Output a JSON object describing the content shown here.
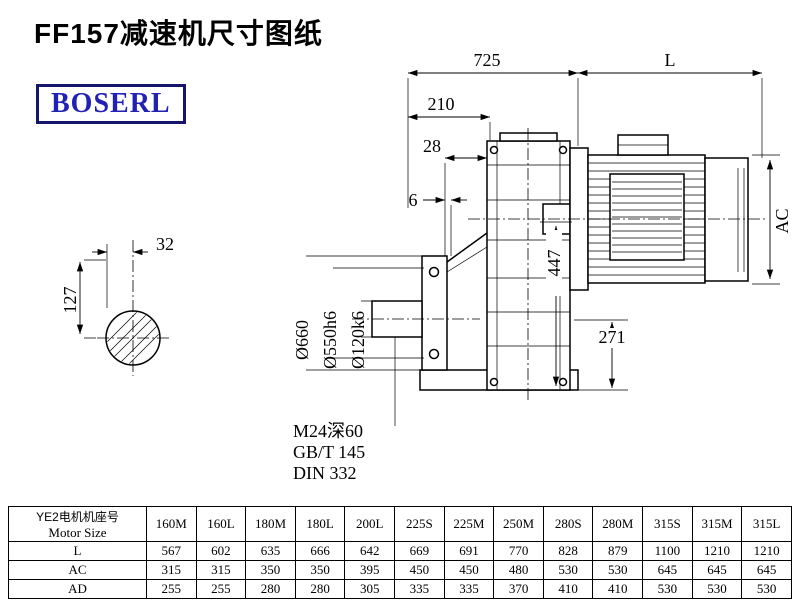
{
  "page": {
    "title": "FF157减速机尺寸图纸",
    "logo": "BOSERL"
  },
  "drawing": {
    "dims": {
      "w725": "725",
      "L": "L",
      "w210": "210",
      "w28": "28",
      "w6": "6",
      "AC": "AC",
      "h447": "447",
      "h271": "271",
      "w32": "32",
      "h127": "127",
      "dia660": "Ø660",
      "dia550": "Ø550h6",
      "dia120": "Ø120k6"
    },
    "notes": [
      "M24深60",
      "GB/T 145",
      "DIN 332"
    ]
  },
  "table": {
    "header_cn": "YE2电机机座号",
    "header_en": "Motor Size",
    "columns": [
      "160M",
      "160L",
      "180M",
      "180L",
      "200L",
      "225S",
      "225M",
      "250M",
      "280S",
      "280M",
      "315S",
      "315M",
      "315L"
    ],
    "rows": [
      {
        "label": "L",
        "values": [
          "567",
          "602",
          "635",
          "666",
          "642",
          "669",
          "691",
          "770",
          "828",
          "879",
          "1100",
          "1210",
          "1210"
        ]
      },
      {
        "label": "AC",
        "values": [
          "315",
          "315",
          "350",
          "350",
          "395",
          "450",
          "450",
          "480",
          "530",
          "530",
          "645",
          "645",
          "645"
        ]
      },
      {
        "label": "AD",
        "values": [
          "255",
          "255",
          "280",
          "280",
          "305",
          "335",
          "335",
          "370",
          "410",
          "410",
          "530",
          "530",
          "530"
        ]
      }
    ]
  }
}
